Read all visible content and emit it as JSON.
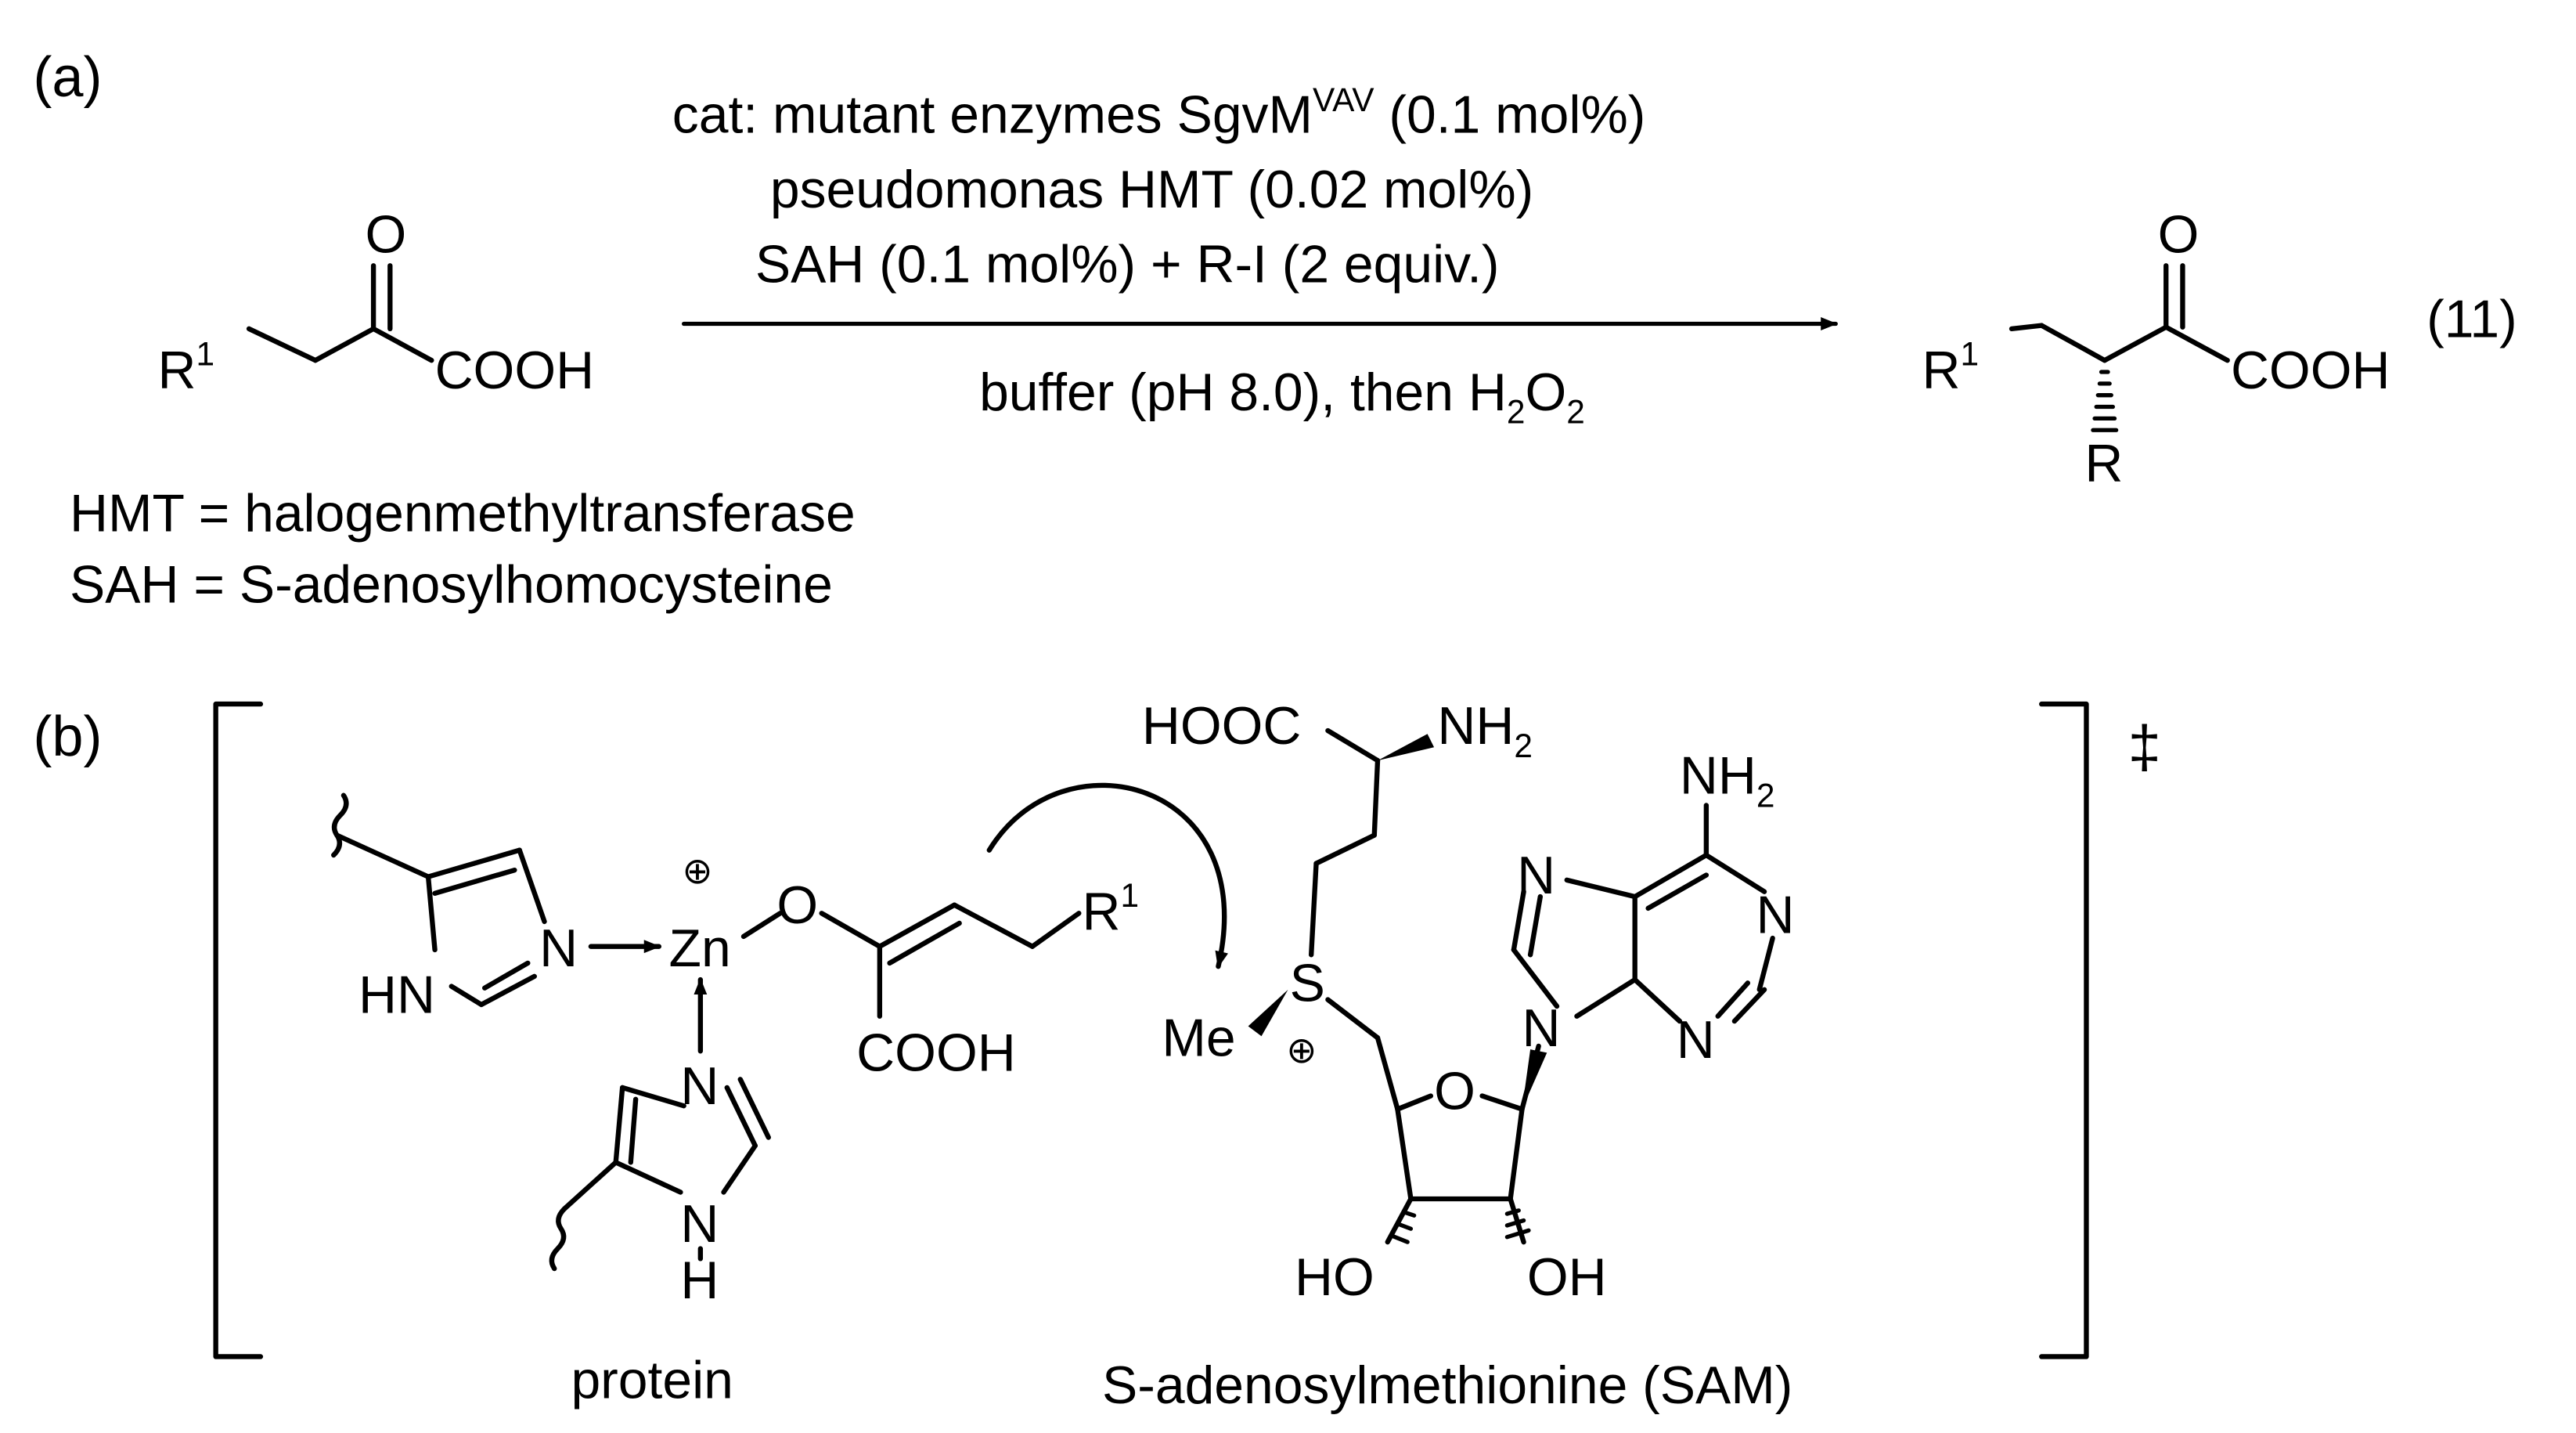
{
  "panel_a": {
    "label": "(a)",
    "conditions": {
      "line1_prefix": "cat: mutant enzymes SgvM",
      "line1_superscript": "VAV",
      "line1_suffix": " (0.1 mol%)",
      "line2": "pseudomonas HMT (0.02 mol%)",
      "line3": "SAH (0.1 mol%) + R-I (2 equiv.)",
      "below_prefix": "buffer (pH 8.0), then H",
      "below_sub1": "2",
      "below_mid": "O",
      "below_sub2": "2"
    },
    "equation_number": "(11)",
    "reactant": {
      "r_group": "R",
      "r_superscript": "1",
      "carbonyl_o": "O",
      "acid": "COOH"
    },
    "product": {
      "r_group": "R",
      "r_superscript": "1",
      "carbonyl_o": "O",
      "acid": "COOH",
      "new_substituent": "R"
    },
    "definitions": [
      "HMT = halogenmethyltransferase",
      "SAH = S-adenosylhomocysteine"
    ]
  },
  "panel_b": {
    "label": "(b)",
    "transition_state_mark": "‡",
    "zinc_complex": {
      "zn": "Zn",
      "charge": "⊕",
      "imid1_n": "N",
      "imid1_nh": "HN",
      "imid2_n_top": "N",
      "imid2_n_bottom": "N",
      "imid2_h": "H",
      "enolate_o": "O",
      "acid": "COOH",
      "r_group": "R",
      "r_superscript": "1",
      "caption": "protein"
    },
    "sam": {
      "acid": "HOOC",
      "amine_prefix": "NH",
      "amine_sub": "2",
      "adenine_amine_prefix": "NH",
      "adenine_amine_sub": "2",
      "sulfur": "S",
      "methyl": "Me",
      "charge": "⊕",
      "ring_o": "O",
      "n7": "N",
      "n1": "N",
      "n3": "N",
      "n9": "N",
      "oh_left": "HO",
      "oh_right": "OH",
      "caption": "S-adenosylmethionine (SAM)"
    }
  }
}
